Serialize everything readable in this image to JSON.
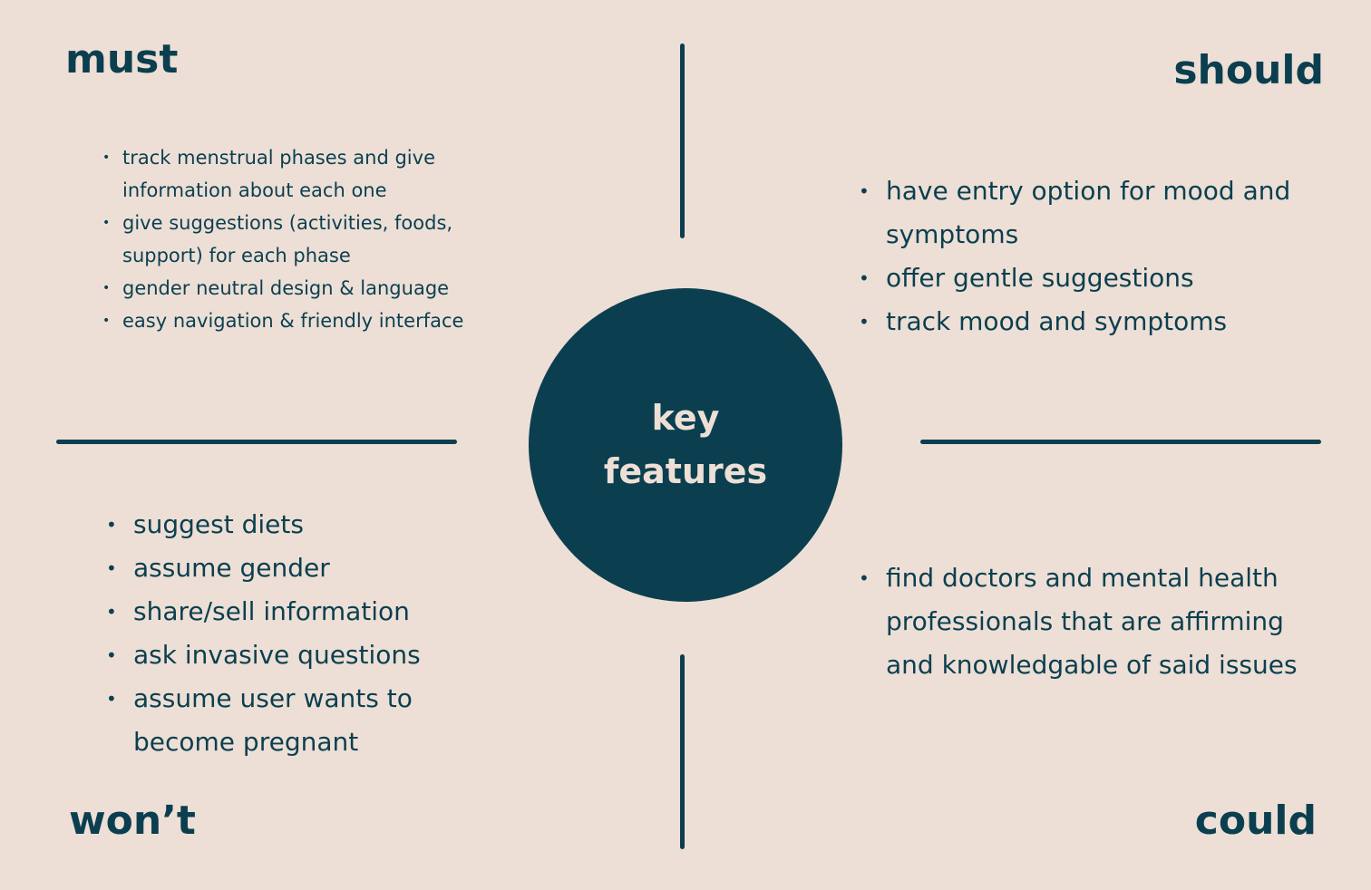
{
  "center": {
    "line1": "key",
    "line2": "features"
  },
  "quadrants": {
    "must": {
      "title": "must",
      "items": [
        "track menstrual phases and give information about each one",
        "give suggestions  (activities, foods, support) for each phase",
        "gender neutral design & language",
        "easy navigation & friendly interface"
      ]
    },
    "should": {
      "title": "should",
      "items": [
        "have entry option for mood and symptoms",
        "offer gentle suggestions",
        "track mood and symptoms"
      ]
    },
    "could": {
      "title": "could",
      "items": [
        "find doctors and mental health professionals that are affirming and knowledgable of said issues"
      ]
    },
    "wont": {
      "title": "won’t",
      "items": [
        "suggest diets",
        "assume gender",
        "share/sell information",
        "ask invasive questions",
        "assume user wants to become pregnant"
      ]
    }
  },
  "colors": {
    "background": "#EDDFD6",
    "accent": "#0B3F4F"
  }
}
